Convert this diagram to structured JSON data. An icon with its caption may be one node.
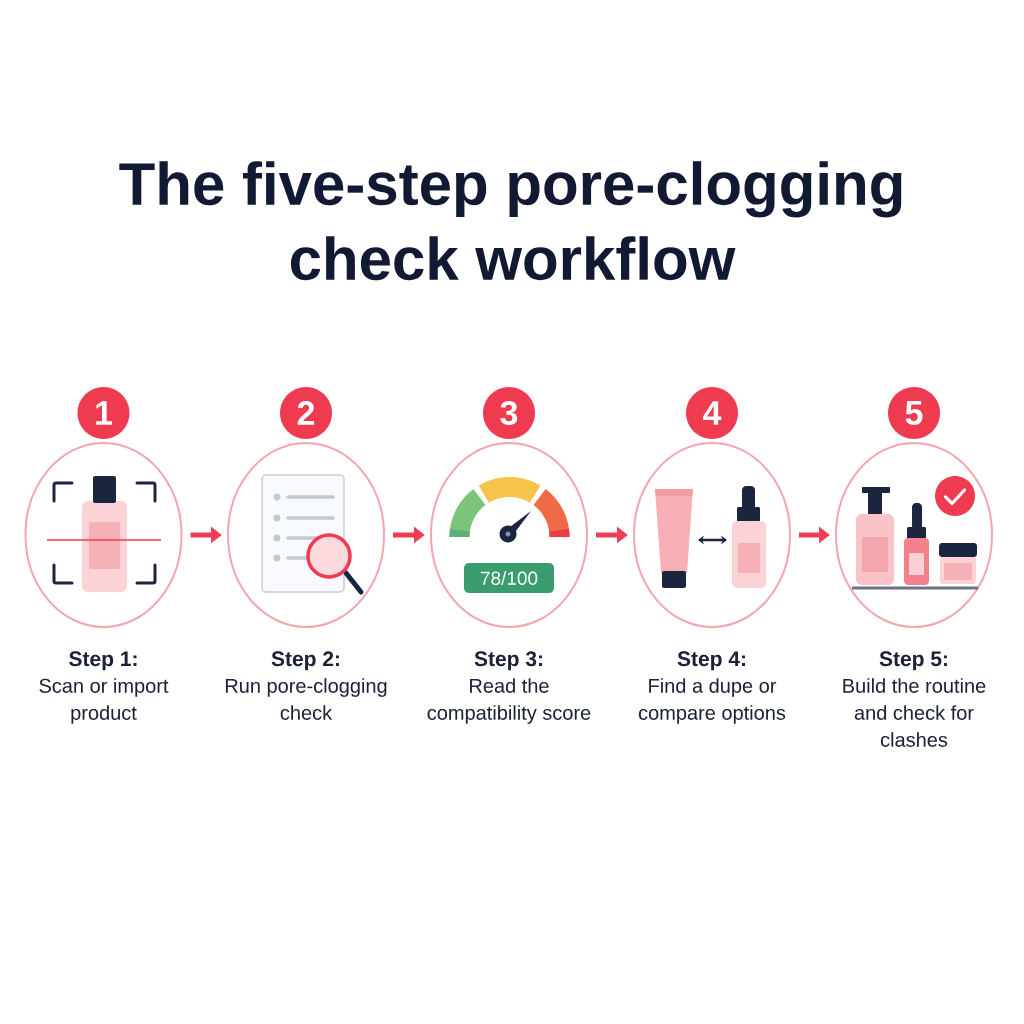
{
  "diagram": {
    "title": "The five-step pore-clogging check workflow",
    "nodes": [
      {
        "text": [
          "1"
        ]
      },
      {
        "text": [
          "Step 1:",
          "Scan or import product"
        ]
      },
      {
        "text": [
          "2"
        ]
      },
      {
        "text": [
          "Step 2:",
          "Run pore-clogging check"
        ]
      },
      {
        "text": [
          "3"
        ]
      },
      {
        "text": [
          "Step 3:",
          "Read the compatibility score"
        ]
      },
      {
        "text": [
          "78/100"
        ],
        "in": 5
      },
      {
        "text": [
          "4"
        ]
      },
      {
        "text": [
          "Step 4:",
          "Find a dupe or compare options"
        ]
      },
      {
        "text": [
          "5"
        ]
      },
      {
        "text": [
          "Step 5:",
          "Build the routine and check for clashes"
        ]
      }
    ],
    "edges": [
      {
        "from": 1,
        "to": 3,
        "arrow": "to"
      },
      {
        "from": 3,
        "to": 5,
        "arrow": "to"
      },
      {
        "from": 5,
        "to": 8,
        "arrow": "to"
      },
      {
        "from": 8,
        "to": 10,
        "arrow": "to"
      }
    ]
  }
}
